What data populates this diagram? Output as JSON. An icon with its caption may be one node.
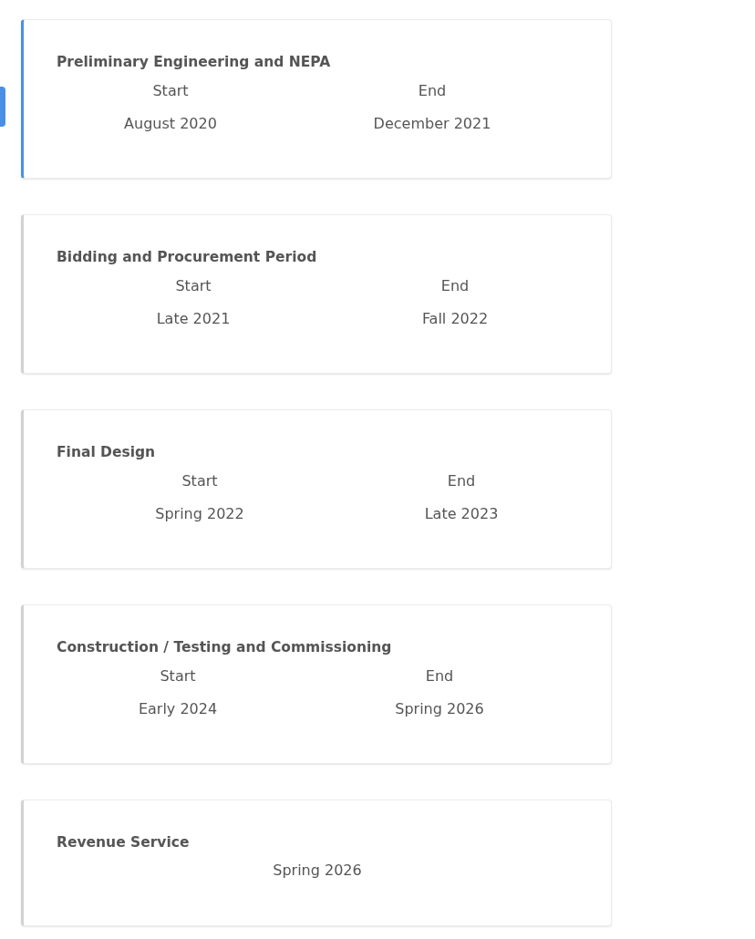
{
  "diagram": {
    "nodes": [
      {
        "text": [
          "Preliminary Engineering and NEPA",
          "Start",
          "End",
          "August 2020",
          "December 2021"
        ]
      },
      {
        "text": [
          "Bidding and Procurement Period",
          "Start",
          "End",
          "Late 2021",
          "Fall 2022"
        ]
      },
      {
        "text": [
          "Final Design",
          "Start",
          "End",
          "Spring 2022",
          "Late 2023"
        ]
      },
      {
        "text": [
          "Construction / Testing and Commissioning",
          "Start",
          "End",
          "Early 2024",
          "Spring 2026"
        ]
      },
      {
        "text": [
          "Revenue Service",
          "Spring 2026"
        ]
      }
    ]
  }
}
